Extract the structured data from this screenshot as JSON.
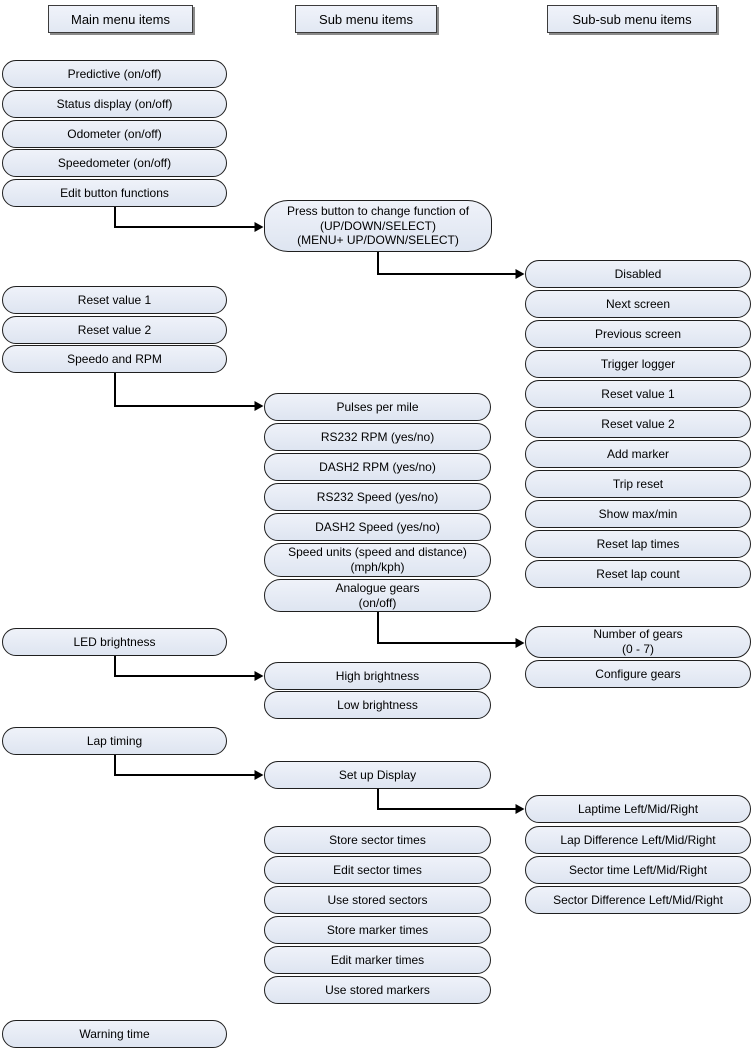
{
  "diagram": {
    "title_row": {
      "main_header": "Main menu items",
      "sub_header": "Sub menu items",
      "subsub_header": "Sub-sub menu items"
    },
    "columns": {
      "main": {
        "items": [
          {
            "label": "Predictive (on/off)"
          },
          {
            "label": "Status display (on/off)"
          },
          {
            "label": "Odometer (on/off)"
          },
          {
            "label": "Speedometer (on/off)"
          },
          {
            "label": "Edit button functions"
          },
          {
            "label": "Reset value 1"
          },
          {
            "label": "Reset value 2"
          },
          {
            "label": "Speedo and RPM"
          },
          {
            "label": "LED brightness"
          },
          {
            "label": "Lap timing"
          },
          {
            "label": "Warning time"
          }
        ]
      },
      "sub": {
        "items": [
          {
            "label": "Press button to change function of\n(UP/DOWN/SELECT)\n(MENU+ UP/DOWN/SELECT)"
          },
          {
            "label": "Pulses per mile"
          },
          {
            "label": "RS232 RPM (yes/no)"
          },
          {
            "label": "DASH2 RPM (yes/no)"
          },
          {
            "label": "RS232 Speed (yes/no)"
          },
          {
            "label": "DASH2 Speed (yes/no)"
          },
          {
            "label": "Speed units (speed and distance)\n(mph/kph)"
          },
          {
            "label": "Analogue gears\n(on/off)"
          },
          {
            "label": "High brightness"
          },
          {
            "label": "Low brightness"
          },
          {
            "label": "Set up Display"
          },
          {
            "label": "Store sector times"
          },
          {
            "label": "Edit sector times"
          },
          {
            "label": "Use stored sectors"
          },
          {
            "label": "Store marker times"
          },
          {
            "label": "Edit marker times"
          },
          {
            "label": "Use stored markers"
          }
        ]
      },
      "subsub": {
        "items": [
          {
            "label": "Disabled"
          },
          {
            "label": "Next screen"
          },
          {
            "label": "Previous screen"
          },
          {
            "label": "Trigger logger"
          },
          {
            "label": "Reset value 1"
          },
          {
            "label": "Reset value 2"
          },
          {
            "label": "Add marker"
          },
          {
            "label": "Trip reset"
          },
          {
            "label": "Show max/min"
          },
          {
            "label": "Reset lap times"
          },
          {
            "label": "Reset lap count"
          },
          {
            "label": "Number of gears\n(0 - 7)"
          },
          {
            "label": "Configure gears"
          },
          {
            "label": "Laptime Left/Mid/Right"
          },
          {
            "label": "Lap Difference Left/Mid/Right"
          },
          {
            "label": "Sector time Left/Mid/Right"
          },
          {
            "label": "Sector Difference Left/Mid/Right"
          }
        ]
      }
    },
    "edges": [
      {
        "from": "Edit button functions",
        "to": "Press button to change function of (UP/DOWN/SELECT) (MENU+ UP/DOWN/SELECT)"
      },
      {
        "from": "Press button to change function of (UP/DOWN/SELECT) (MENU+ UP/DOWN/SELECT)",
        "to": "Disabled"
      },
      {
        "from": "Speedo and RPM",
        "to": "Pulses per mile"
      },
      {
        "from": "Analogue gears (on/off)",
        "to": "Number of gears (0 - 7)"
      },
      {
        "from": "LED brightness",
        "to": "High brightness"
      },
      {
        "from": "Lap timing",
        "to": "Set up Display"
      },
      {
        "from": "Set up Display",
        "to": "Laptime Left/Mid/Right"
      }
    ],
    "colors": {
      "node_fill": "#e6ebf5",
      "node_border": "#1f1f1f",
      "header_shadow": "#8b8b8b",
      "arrow": "#000000",
      "background": "#ffffff"
    }
  }
}
